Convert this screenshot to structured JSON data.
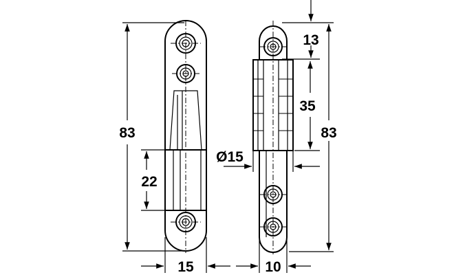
{
  "drawing": {
    "front_view": {
      "overall_height": "83",
      "barrel_height": "22",
      "width": "15"
    },
    "side_view": {
      "top_offset": "13",
      "barrel_height": "35",
      "overall_height": "83",
      "diameter": "Ø15",
      "width": "10"
    }
  }
}
